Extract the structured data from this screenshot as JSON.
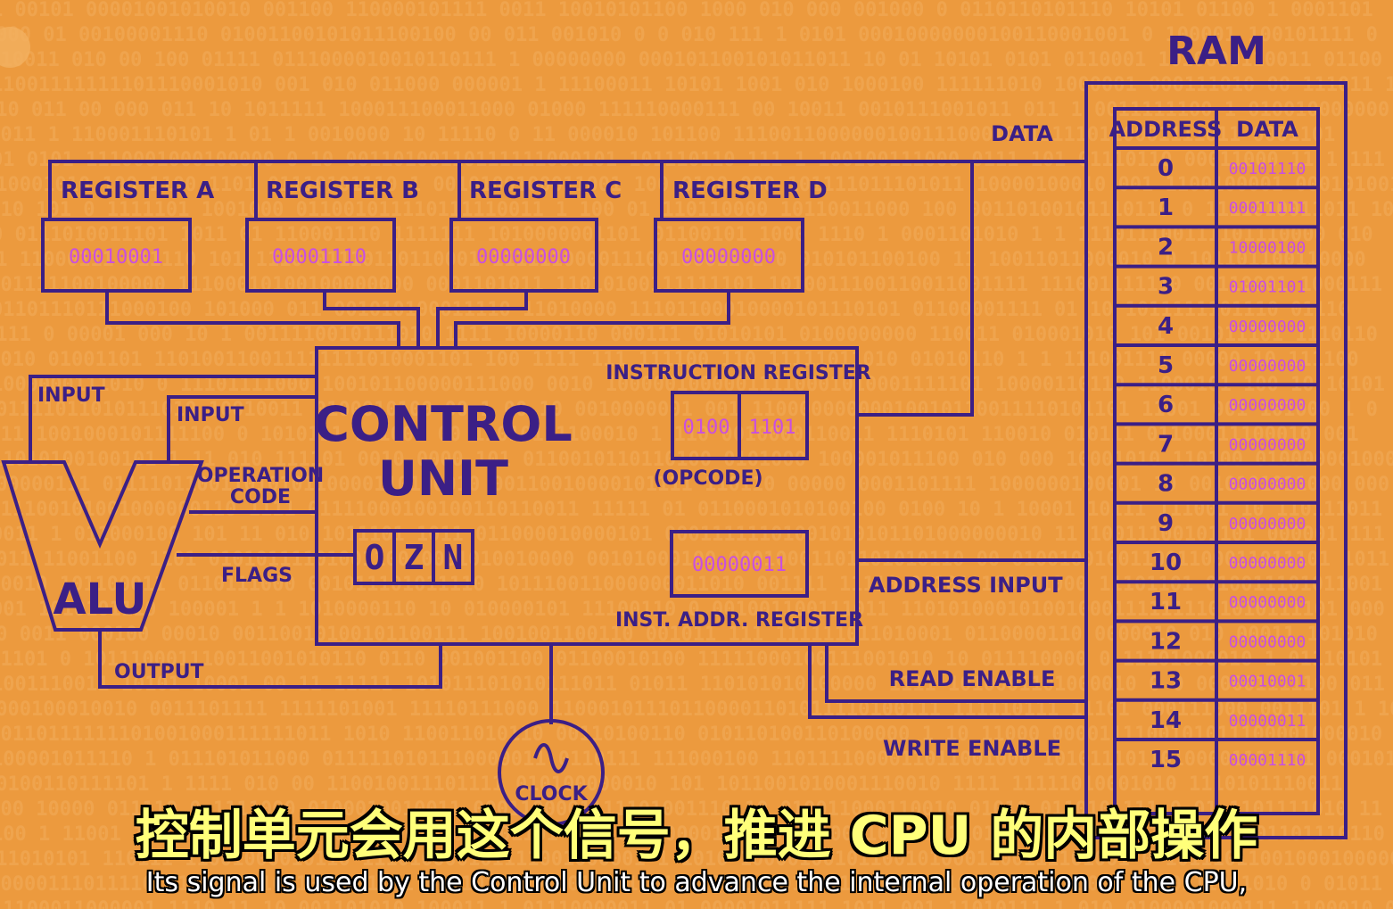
{
  "colors": {
    "background": "#ec9a3e",
    "line": "#3b1f86",
    "value": "#c94fe0",
    "subtitle_zh": "#ffff7a"
  },
  "ram": {
    "title": "RAM",
    "header_address": "ADDRESS",
    "header_data": "DATA",
    "rows": [
      {
        "address": "0",
        "data": "00101110"
      },
      {
        "address": "1",
        "data": "00011111"
      },
      {
        "address": "2",
        "data": "10000100"
      },
      {
        "address": "3",
        "data": "01001101"
      },
      {
        "address": "4",
        "data": "00000000"
      },
      {
        "address": "5",
        "data": "00000000"
      },
      {
        "address": "6",
        "data": "00000000"
      },
      {
        "address": "7",
        "data": "00000000"
      },
      {
        "address": "8",
        "data": "00000000"
      },
      {
        "address": "9",
        "data": "00000000"
      },
      {
        "address": "10",
        "data": "00000000"
      },
      {
        "address": "11",
        "data": "00000000"
      },
      {
        "address": "12",
        "data": "00000000"
      },
      {
        "address": "13",
        "data": "00010001"
      },
      {
        "address": "14",
        "data": "00000011"
      },
      {
        "address": "15",
        "data": "00001110"
      }
    ]
  },
  "registers": [
    {
      "label": "REGISTER A",
      "value": "00010001"
    },
    {
      "label": "REGISTER B",
      "value": "00001110"
    },
    {
      "label": "REGISTER C",
      "value": "00000000"
    },
    {
      "label": "REGISTER D",
      "value": "00000000"
    }
  ],
  "control_unit": {
    "title_line1": "CONTROL",
    "title_line2": "UNIT",
    "instruction_register_label": "INSTRUCTION REGISTER",
    "opcode": "0100",
    "operand": "1101",
    "opcode_label": "(OPCODE)",
    "inst_addr_value": "00000011",
    "inst_addr_label": "INST. ADDR. REGISTER",
    "flags": [
      "O",
      "Z",
      "N"
    ]
  },
  "alu": {
    "label": "ALU",
    "input_a": "INPUT",
    "input_b": "INPUT",
    "operation_code_line1": "OPERATION",
    "operation_code_line2": "CODE",
    "flags_label": "FLAGS",
    "output_label": "OUTPUT"
  },
  "bus_labels": {
    "data": "DATA",
    "address_input": "ADDRESS INPUT",
    "read_enable": "READ ENABLE",
    "write_enable": "WRITE ENABLE"
  },
  "clock": {
    "label": "CLOCK"
  },
  "subtitles": {
    "zh": "控制单元会用这个信号，推进 CPU 的内部操作",
    "en": "Its signal is used by the Control Unit to advance the internal operation of the CPU,"
  }
}
